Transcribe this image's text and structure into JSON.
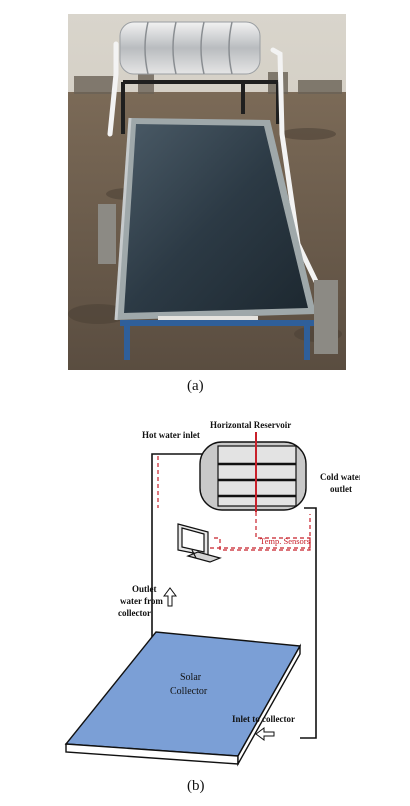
{
  "captions": {
    "a": "(a)",
    "b": "(b)"
  },
  "diagram": {
    "horizontal_reservoir": "Horizontal Reservoir",
    "hot_water_inlet": "Hot water inlet",
    "cold_water_outlet": [
      "Cold water",
      "outlet"
    ],
    "temp_sensors": "Temp. Sensors",
    "outlet_from_collector": [
      "Outlet",
      "water from",
      "collector"
    ],
    "solar_collector": [
      "Solar",
      "Collector"
    ],
    "inlet_to_collector": "Inlet to collector"
  },
  "colors": {
    "collector_blue": "#7b9fd6",
    "sensor_red": "#c8202a",
    "reservoir_gray": "#c9c9c9"
  }
}
